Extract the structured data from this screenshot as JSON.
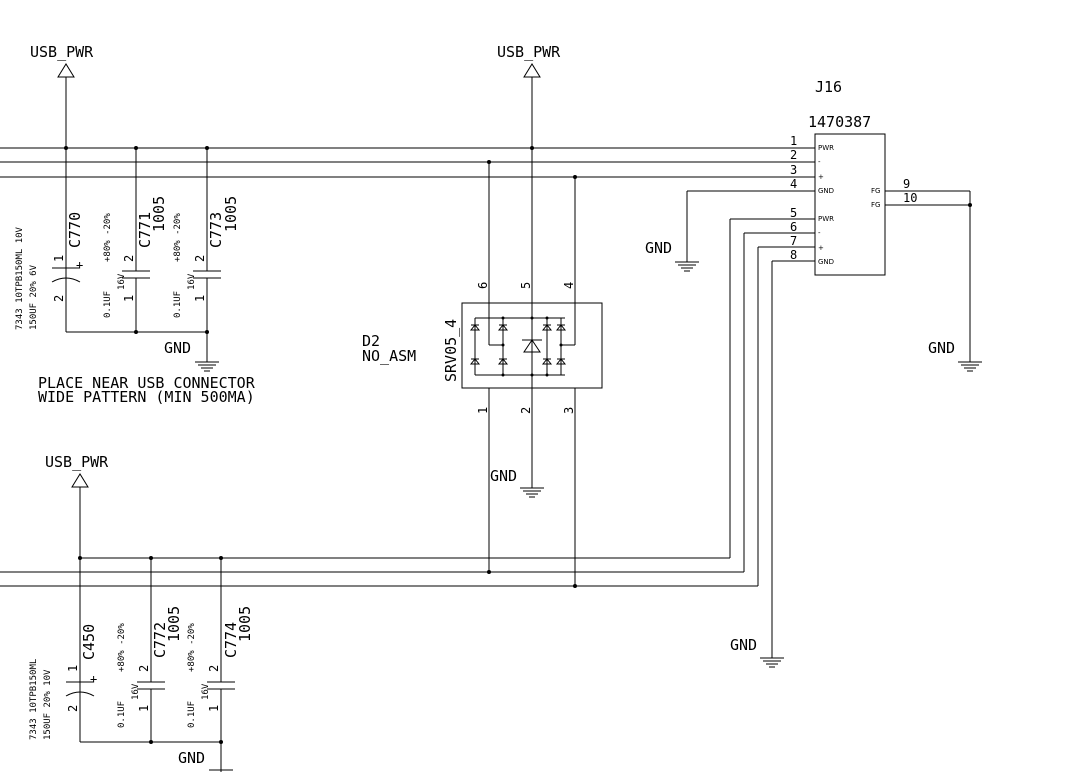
{
  "nets": {
    "usb_pwr_1": "USB_PWR",
    "usb_pwr_2": "USB_PWR",
    "usb_pwr_3": "USB_PWR",
    "gnd_1": "GND",
    "gnd_2": "GND",
    "gnd_3": "GND",
    "gnd_4": "GND",
    "gnd_5": "GND",
    "gnd_6": "GND"
  },
  "notes": {
    "line1": "PLACE NEAR USB CONNECTOR",
    "line2": "WIDE PATTERN (MIN 500MA)"
  },
  "connector": {
    "ref": "J16",
    "part": "1470387",
    "pins": [
      "1",
      "2",
      "3",
      "4",
      "5",
      "6",
      "7",
      "8"
    ],
    "pin_names": [
      "PWR",
      "-",
      "+",
      "GND",
      "PWR",
      "-",
      "+",
      "GND"
    ],
    "fg_pins": [
      "9",
      "10"
    ],
    "fg_names": [
      "FG",
      "FG"
    ]
  },
  "diode": {
    "ref": "D2",
    "note": "NO_ASM",
    "part": "SRV05_4",
    "pins_top": [
      "6",
      "5",
      "4"
    ],
    "pins_bottom": [
      "1",
      "2",
      "3"
    ]
  },
  "caps": {
    "c770": {
      "ref": "C770",
      "pin1": "1",
      "pin2": "2",
      "plus": "+",
      "spec1": "7343 10TPB150ML  10V",
      "spec2": "150UF  20%  6V"
    },
    "c771": {
      "ref": "C771",
      "size": "1005",
      "pin1": "1",
      "pin2": "2",
      "v1": "+80% -20%",
      "v2": "16V",
      "val": "0.1UF"
    },
    "c773": {
      "ref": "C773",
      "size": "1005",
      "pin1": "1",
      "pin2": "2",
      "v1": "+80% -20%",
      "v2": "16V",
      "val": "0.1UF"
    },
    "c450": {
      "ref": "C450",
      "pin1": "1",
      "pin2": "2",
      "plus": "+",
      "spec1": "7343 10TPB150ML",
      "spec2": "150UF  20% 10V"
    },
    "c772": {
      "ref": "C772",
      "size": "1005",
      "pin1": "1",
      "pin2": "2",
      "v1": "+80% -20%",
      "v2": "16V",
      "val": "0.1UF"
    },
    "c774": {
      "ref": "C774",
      "size": "1005",
      "pin1": "1",
      "pin2": "2",
      "v1": "+80% -20%",
      "v2": "16V",
      "val": "0.1UF"
    }
  }
}
